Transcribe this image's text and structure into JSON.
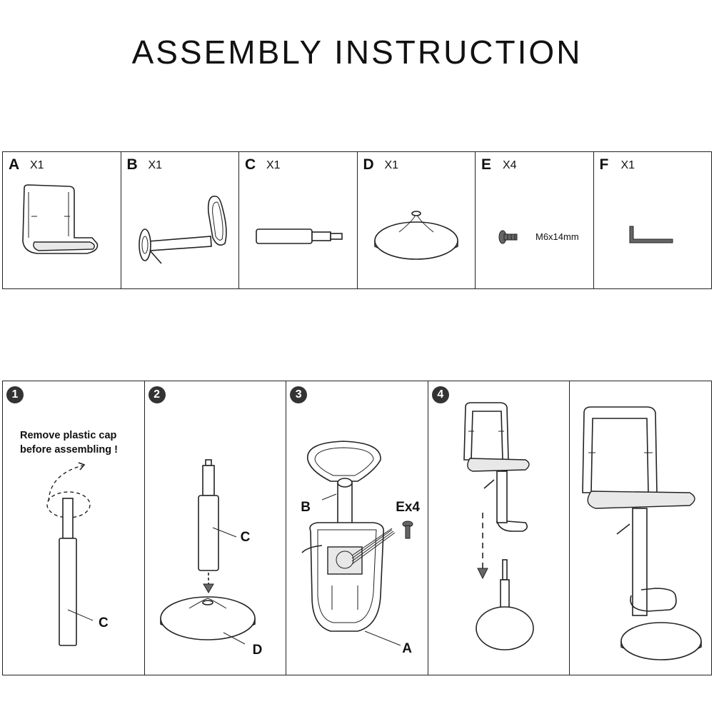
{
  "title": "ASSEMBLY INSTRUCTION",
  "parts": [
    {
      "letter": "A",
      "qty": "X1",
      "icon": "seat-back-icon"
    },
    {
      "letter": "B",
      "qty": "X1",
      "icon": "swivel-plate-footrest-icon"
    },
    {
      "letter": "C",
      "qty": "X1",
      "icon": "gas-cylinder-icon"
    },
    {
      "letter": "D",
      "qty": "X1",
      "icon": "base-disc-icon"
    },
    {
      "letter": "E",
      "qty": "X4",
      "icon": "bolt-icon",
      "spec": "M6x14mm"
    },
    {
      "letter": "F",
      "qty": "X1",
      "icon": "allen-key-icon"
    }
  ],
  "steps": [
    {
      "number": "1",
      "note": "Remove plastic cap\nbefore assembling !",
      "labels": [
        "C"
      ]
    },
    {
      "number": "2",
      "labels": [
        "C",
        "D"
      ]
    },
    {
      "number": "3",
      "labels": [
        "B",
        "Ex4",
        "A"
      ]
    },
    {
      "number": "4",
      "labels": []
    },
    {
      "number": "",
      "labels": []
    }
  ]
}
